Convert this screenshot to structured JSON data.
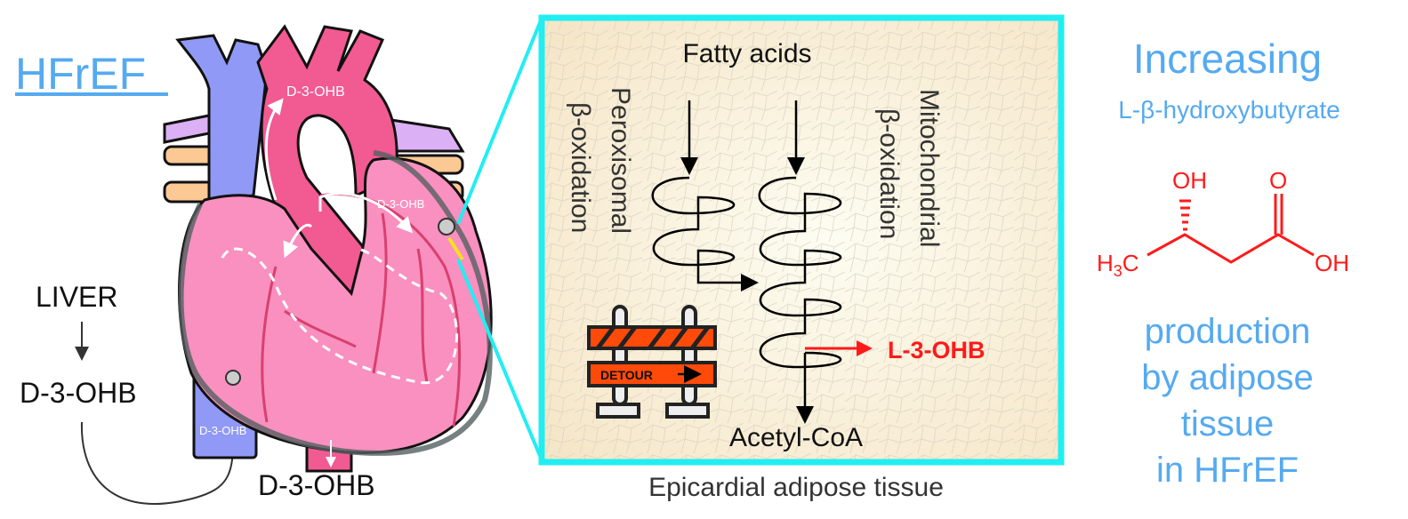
{
  "left": {
    "condition_title": "HFrEF",
    "liver_label": "LIVER",
    "liver_product": "D-3-OHB",
    "heart_labels": {
      "aorta": "D-3-OHB",
      "coronary": "D-3-OHB",
      "vena_cava": "D-3-OHB",
      "outflow": "D-3-OHB"
    }
  },
  "panel": {
    "caption": "Epicardial adipose tissue",
    "substrate": "Fatty acids",
    "peroxisomal_line1": "Peroxisomal",
    "peroxisomal_line2": "β-oxidation",
    "mitochondrial_line1": "Mitochondrial",
    "mitochondrial_line2": "β-oxidation",
    "side_product": "L-3-OHB",
    "end_product": "Acetyl-CoA",
    "detour_sign": "DETOUR"
  },
  "right": {
    "heading": "Increasing",
    "compound": "L-β-hydroxybutyrate",
    "molecule": {
      "oh_top": "OH",
      "o_top": "O",
      "oh_right": "OH",
      "methyl": "H",
      "methyl_sub": "3",
      "methyl_c": "C"
    },
    "lines": [
      "production",
      "by adipose",
      "tissue",
      "in HFrEF"
    ]
  },
  "colors": {
    "accent_blue": "#55aaf0",
    "panel_border": "#22eef2",
    "red": "#ff1a1a",
    "heart_pink": "#f990c0",
    "aorta_pink": "#f25a92",
    "vein_blue": "#9099f5",
    "detour_orange": "#ff4a0a"
  }
}
